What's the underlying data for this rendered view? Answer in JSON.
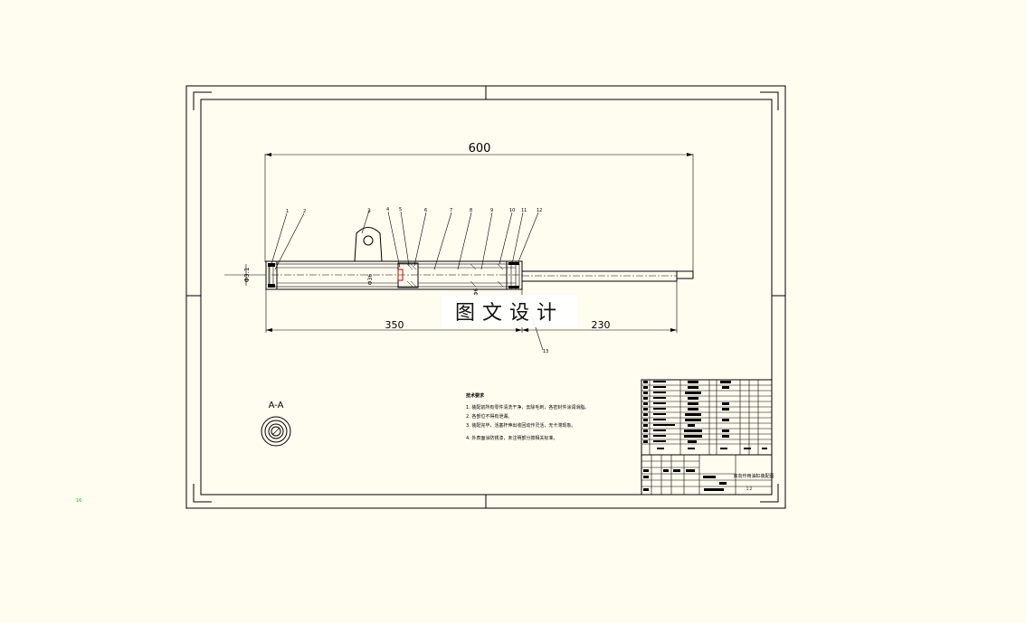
{
  "dimensions": {
    "overall_length": "600",
    "left_length": "350",
    "right_length": "230",
    "diameter_left": "Φ3.1",
    "diameter_mid": "Φ36",
    "diameter_inner": "Φ6"
  },
  "part_labels": [
    "1",
    "2",
    "3",
    "4",
    "5",
    "6",
    "7",
    "8",
    "9",
    "10",
    "11",
    "12"
  ],
  "bottom_balloon": "13",
  "section_label": "A-A",
  "tech_requirements": {
    "title": "技术要求",
    "items": [
      "1. 装配前所有零件清洗干净，去除毛刺，各密封件涂润滑脂。",
      "2. 各部位不得有泄漏。",
      "3. 装配完毕，活塞杆伸出收回动作灵活，无卡滞现象。",
      "4. 外表面涂防锈漆，未注明部分按相关标准。"
    ]
  },
  "watermark": "图文设计",
  "green_marker": "16",
  "title_block": {
    "drawing_title": "双向作用油缸装配图",
    "scale": "1:2"
  },
  "colors": {
    "background": "#fffcf0",
    "lines": "#000000",
    "green": "#00cc00",
    "highlight": "#cc0000"
  }
}
